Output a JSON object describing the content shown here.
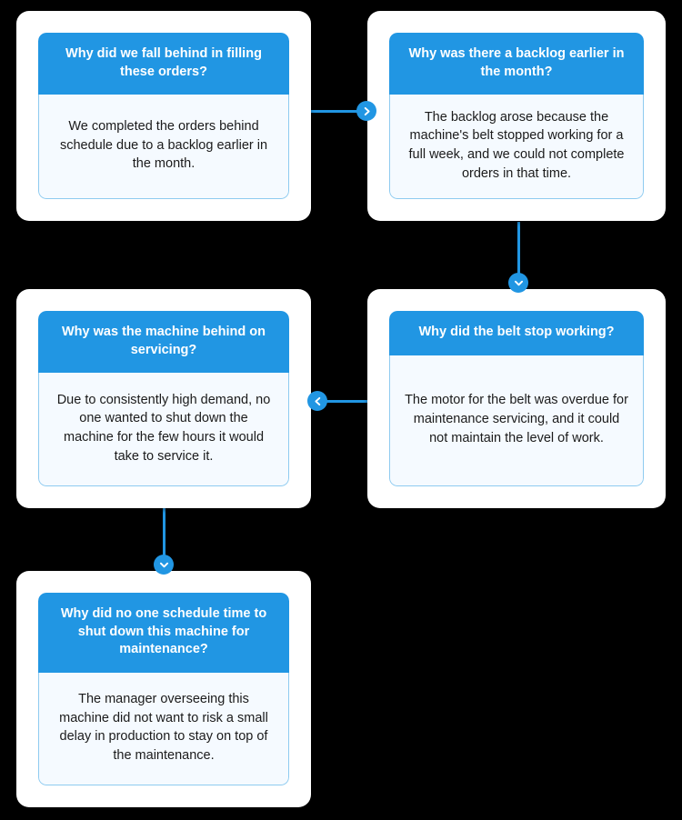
{
  "theme": {
    "page_background": "#000000",
    "card_background": "#ffffff",
    "header_blue": "#2196e3",
    "body_background": "#f5faff",
    "body_border": "#8ecbf0",
    "header_text": "#ffffff",
    "body_text": "#1b1b1b"
  },
  "diagram": {
    "type": "five-whys-root-cause-analysis",
    "cards": [
      {
        "id": "why-1",
        "question": "Why did we fall behind in filling these orders?",
        "answer": "We completed the orders behind schedule due to a backlog earlier in the month."
      },
      {
        "id": "why-2",
        "question": "Why was there a backlog earlier in the month?",
        "answer": "The backlog arose because the machine's belt stopped working for a full week, and we could not complete orders in that time."
      },
      {
        "id": "why-3",
        "question": "Why did the belt stop working?",
        "answer": "The motor for the belt was overdue for maintenance servicing, and it could not maintain the level of work."
      },
      {
        "id": "why-4",
        "question": "Why was the machine behind on servicing?",
        "answer": "Due to consistently high demand, no one wanted to shut down the machine for the few hours it would take to service it."
      },
      {
        "id": "why-5",
        "question": "Why did no one schedule time to shut down this machine for maintenance?",
        "answer": "The manager overseeing this machine did not want to risk a small delay in production to stay on top of the maintenance."
      }
    ],
    "connectors": [
      {
        "id": "c1",
        "from": "why-1",
        "to": "why-2",
        "icon": "chevron-right-icon",
        "direction": "right"
      },
      {
        "id": "c2",
        "from": "why-2",
        "to": "why-3",
        "icon": "chevron-down-icon",
        "direction": "down"
      },
      {
        "id": "c3",
        "from": "why-3",
        "to": "why-4",
        "icon": "chevron-left-icon",
        "direction": "left"
      },
      {
        "id": "c4",
        "from": "why-4",
        "to": "why-5",
        "icon": "chevron-down-icon",
        "direction": "down"
      }
    ]
  }
}
